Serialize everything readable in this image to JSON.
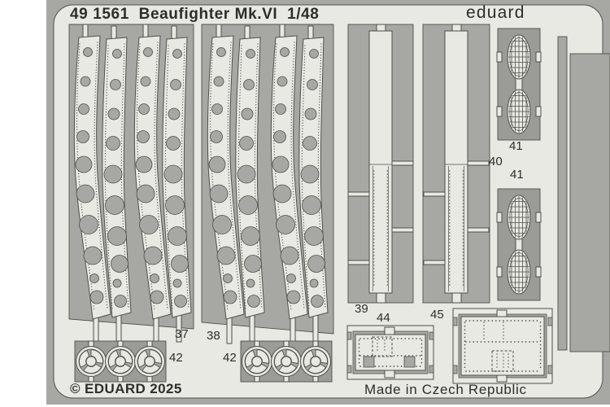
{
  "colors": {
    "page_bg": "#ffffff",
    "photo_bg": "#a7a8a4",
    "fret_metal": "#e8e9e3",
    "plate_backing": "#9b9c97",
    "etch_line": "#4f5049",
    "text": "#2d2d2a"
  },
  "header": {
    "title": "49 1561  Beaufighter Mk.VI  1/48",
    "brand": "eduard"
  },
  "footer": {
    "copyright": "© EDUARD 2025",
    "made_in": "Made in Czech Republic"
  },
  "labels": {
    "p37": "37",
    "p38": "38",
    "p39": "39",
    "p40": "40",
    "p41a": "41",
    "p41b": "41",
    "p42a": "42",
    "p42b": "42",
    "p44": "44",
    "p45": "45"
  }
}
